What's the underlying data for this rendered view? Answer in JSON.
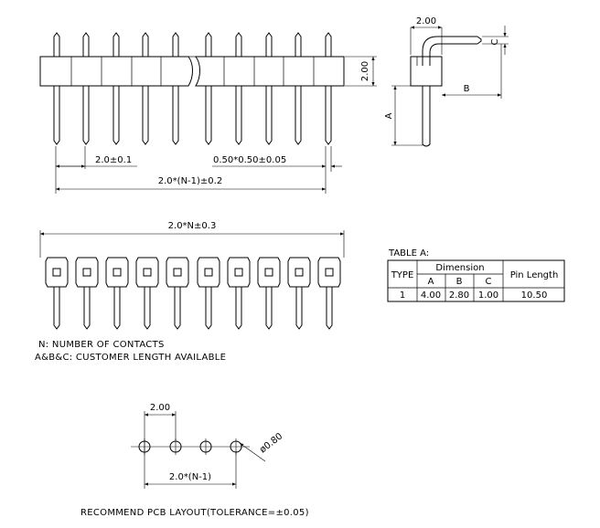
{
  "front_view": {
    "pitch_label": "2.0±0.1",
    "pin_size_label": "0.50*0.50±0.05",
    "overall_label": "2.0*(N-1)±0.2",
    "height_label": "2.00"
  },
  "side_view": {
    "top_label": "2.00",
    "label_a": "A",
    "label_b": "B",
    "label_c": "C"
  },
  "top_view": {
    "overall_label": "2.0*N±0.3"
  },
  "table": {
    "caption": "TABLE A:",
    "header_type": "TYPE",
    "header_dimension": "Dimension",
    "header_a": "A",
    "header_b": "B",
    "header_c": "C",
    "header_pin_length": "Pin Length",
    "row": {
      "type": "1",
      "a": "4.00",
      "b": "2.80",
      "c": "1.00",
      "pin_length": "10.50"
    }
  },
  "notes": {
    "line1": "N: NUMBER OF CONTACTS",
    "line2": "A&B&C: CUSTOMER LENGTH AVAILABLE"
  },
  "pcb": {
    "pitch_label": "2.00",
    "hole_label": "ø0.80",
    "overall_label": "2.0*(N-1)",
    "caption": "RECOMMEND PCB LAYOUT(TOLERANCE=±0.05)"
  }
}
